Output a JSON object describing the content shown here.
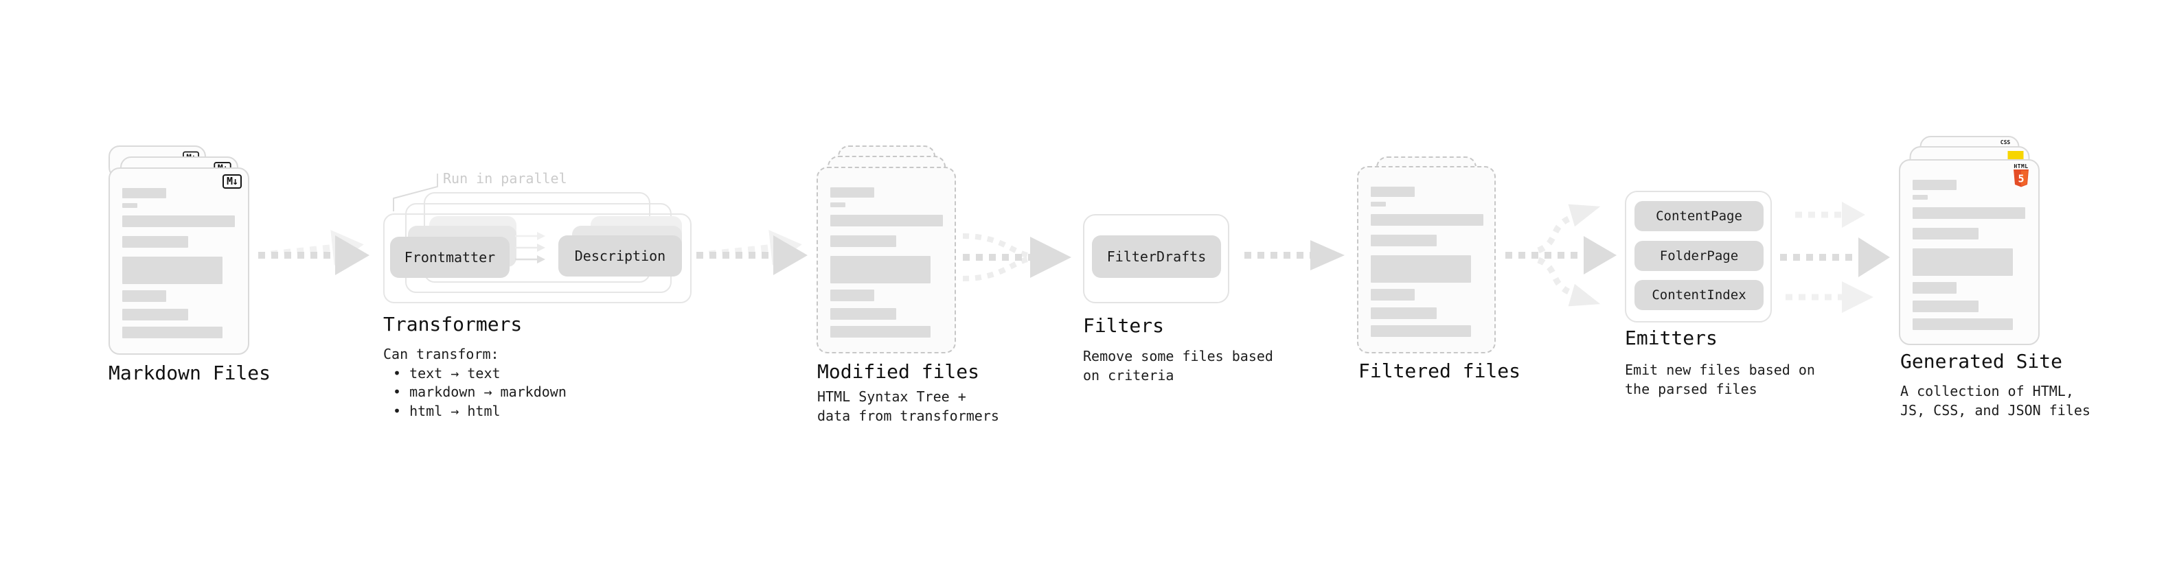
{
  "stages": {
    "markdown_files": {
      "title": "Markdown Files",
      "badge": "M↓"
    },
    "transformers": {
      "title": "Transformers",
      "parallel_label": "Run in parallel",
      "source_pill": "Frontmatter",
      "target_pill": "Description",
      "caption_heading": "Can transform:",
      "bullets": [
        "• text → text",
        "• markdown → markdown",
        "• html → html"
      ]
    },
    "modified_files": {
      "title": "Modified files",
      "caption": [
        "HTML Syntax Tree +",
        "data from transformers"
      ]
    },
    "filters": {
      "title": "Filters",
      "pill": "FilterDrafts",
      "caption": [
        "Remove some files based",
        "on criteria"
      ]
    },
    "filtered_files": {
      "title": "Filtered files"
    },
    "emitters": {
      "title": "Emitters",
      "pills": [
        "ContentPage",
        "FolderPage",
        "ContentIndex"
      ],
      "caption": [
        "Emit new files based on",
        "the parsed files"
      ]
    },
    "generated_site": {
      "title": "Generated Site",
      "caption": [
        "A collection of HTML,",
        "JS, CSS, and JSON files"
      ],
      "badges": {
        "css_label": "CSS",
        "html_label": "HTML",
        "html_version": "5"
      }
    }
  },
  "colors": {
    "arrow_dark": "#dcdcdc",
    "arrow_light": "#f0f0f0",
    "css_blue": "#2760e6",
    "js_yellow": "#f7d500",
    "html_orange": "#e44d26"
  }
}
